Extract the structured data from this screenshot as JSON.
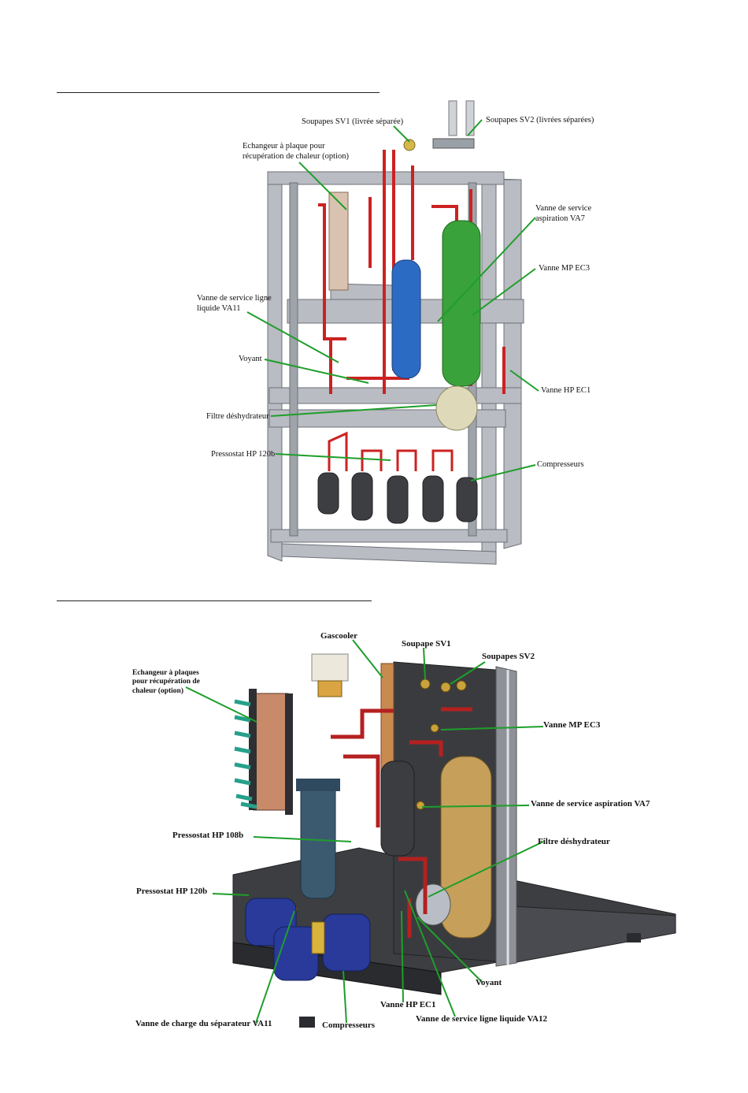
{
  "figure_top": {
    "labels": {
      "sv1": "Soupapes SV1 (livrée séparée)",
      "sv2": "Soupapes SV2 (livrées séparées)",
      "exchanger": "Echangeur à plaque pour récupération de chaleur (option)",
      "va7": "Vanne de service aspiration VA7",
      "ec3": "Vanne MP EC3",
      "va11": "Vanne de service ligne liquide VA11",
      "voyant": "Voyant",
      "ec1": "Vanne HP EC1",
      "filtre": "Filtre déshydrateur",
      "pressostat": "Pressostat HP 120b",
      "compresseurs": "Compresseurs"
    }
  },
  "figure_bottom": {
    "labels": {
      "gascooler": "Gascooler",
      "sv1": "Soupape SV1",
      "sv2": "Soupapes SV2",
      "exchanger": "Echangeur à plaques pour récupération de chaleur (option)",
      "ec3": "Vanne MP EC3",
      "va7": "Vanne de service aspiration VA7",
      "p108": "Pressostat HP 108b",
      "filtre": "Filtre déshydrateur",
      "p120": "Pressostat HP 120b",
      "voyant": "Voyant",
      "ec1": "Vanne HP EC1",
      "va12": "Vanne de service ligne liquide VA12",
      "va11": "Vanne de charge du séparateur VA11",
      "compresseurs": "Compresseurs"
    }
  }
}
